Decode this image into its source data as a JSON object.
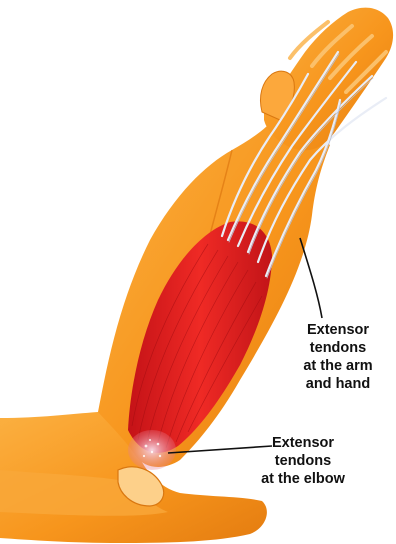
{
  "labels": {
    "arm_hand": "Extensor\ntendons\nat the arm\nand hand",
    "elbow": "Extensor\ntendons\nat the elbow"
  },
  "colors": {
    "background": "#ffffff",
    "skin": "#f7951c",
    "skin_shadow": "#d96f0c",
    "muscle": "#e3171c",
    "muscle_dark": "#b40f14",
    "tendon": "#e8ecf5",
    "leader_line": "#111111"
  },
  "icons": {
    "figure": "forearm-extensor-anatomy"
  }
}
